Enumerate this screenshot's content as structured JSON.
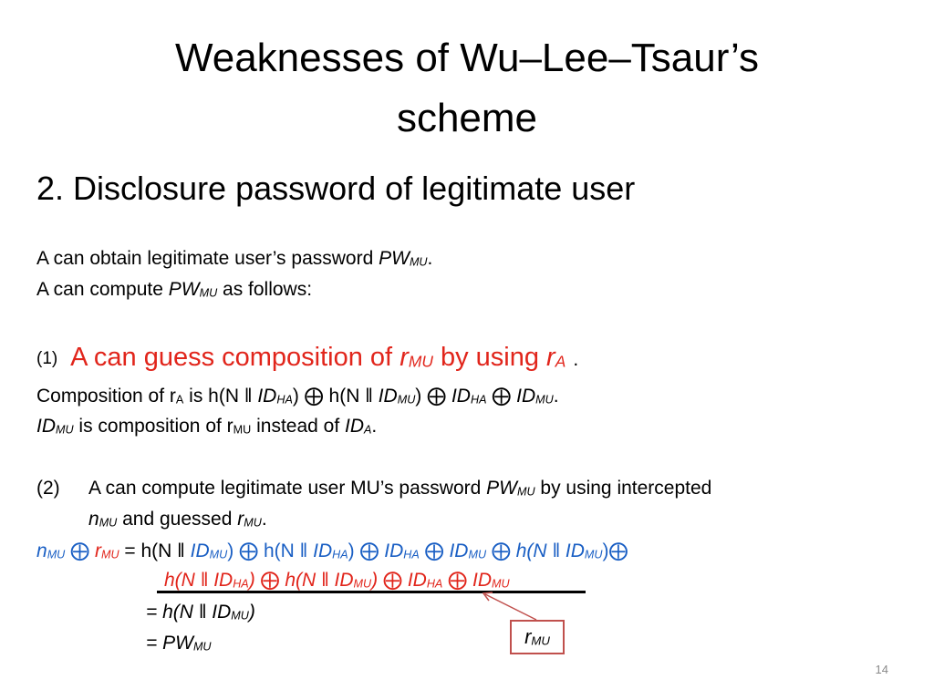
{
  "slide": {
    "title_line1": "Weaknesses of Wu–Lee–Tsaur’s",
    "title_line2": "scheme",
    "subtitle": "2. Disclosure password of legitimate user",
    "page_number": "14"
  },
  "body": {
    "obtain_text": "A can obtain legitimate user’s password ",
    "compute_text": "A can compute ",
    "as_follows": " as follows:",
    "step1_num": "(1)",
    "step1_text": "A can guess composition of ",
    "by_using": " by using ",
    "composition_of": "Composition of r",
    "is_h": " is h(N ‖ ",
    "h_n": "h(N ‖ ",
    "id_mu_line_mid": " is composition of r",
    "instead_of": " instead of ",
    "step2_num": "(2)",
    "step2_text": "A can compute legitimate user MU’s password ",
    "by_using_intercepted": " by using intercepted",
    "and_guessed": " and guessed ",
    "eq_result1": "= h(N ‖ ",
    "eq_result2": "= PW",
    "callout": "r"
  },
  "symbols": {
    "PW": "PW",
    "MU": "MU",
    "ID": "ID",
    "HA": "HA",
    "A": "A",
    "r": "r",
    "n": "n",
    "xor": "⨁",
    "close": ")",
    "period": ".",
    "eq_h": " = h(N ‖ ",
    "h_open": "h(N ‖ ",
    "close_xor": ") ⨁ ",
    "xor_sp": " ⨁ "
  },
  "colors": {
    "red": "#e1251b",
    "blue": "#1a5fc4",
    "callout_border": "#c0504d",
    "page_number": "#8a8a8a"
  }
}
